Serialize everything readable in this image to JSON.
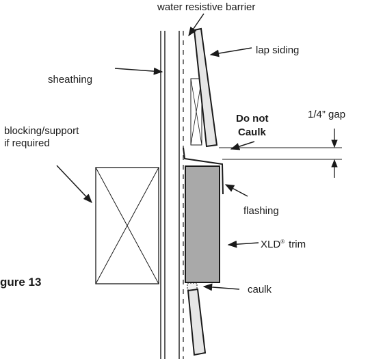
{
  "labels": {
    "water_resistive_barrier": "water resistive barrier",
    "lap_siding": "lap siding",
    "sheathing": "sheathing",
    "do_not": "Do not",
    "caulk_warning": "Caulk",
    "gap": "1/4” gap",
    "blocking_line1": "blocking/support",
    "blocking_line2": "if required",
    "flashing": "flashing",
    "trim_name": "XLD",
    "trim_mark": "®",
    "trim_word": "trim",
    "figure": "gure 13",
    "caulk": "caulk"
  },
  "colors": {
    "ink": "#1a1a1a",
    "trim_fill": "#a9a9a9",
    "siding_fill": "#e6e6e6"
  }
}
